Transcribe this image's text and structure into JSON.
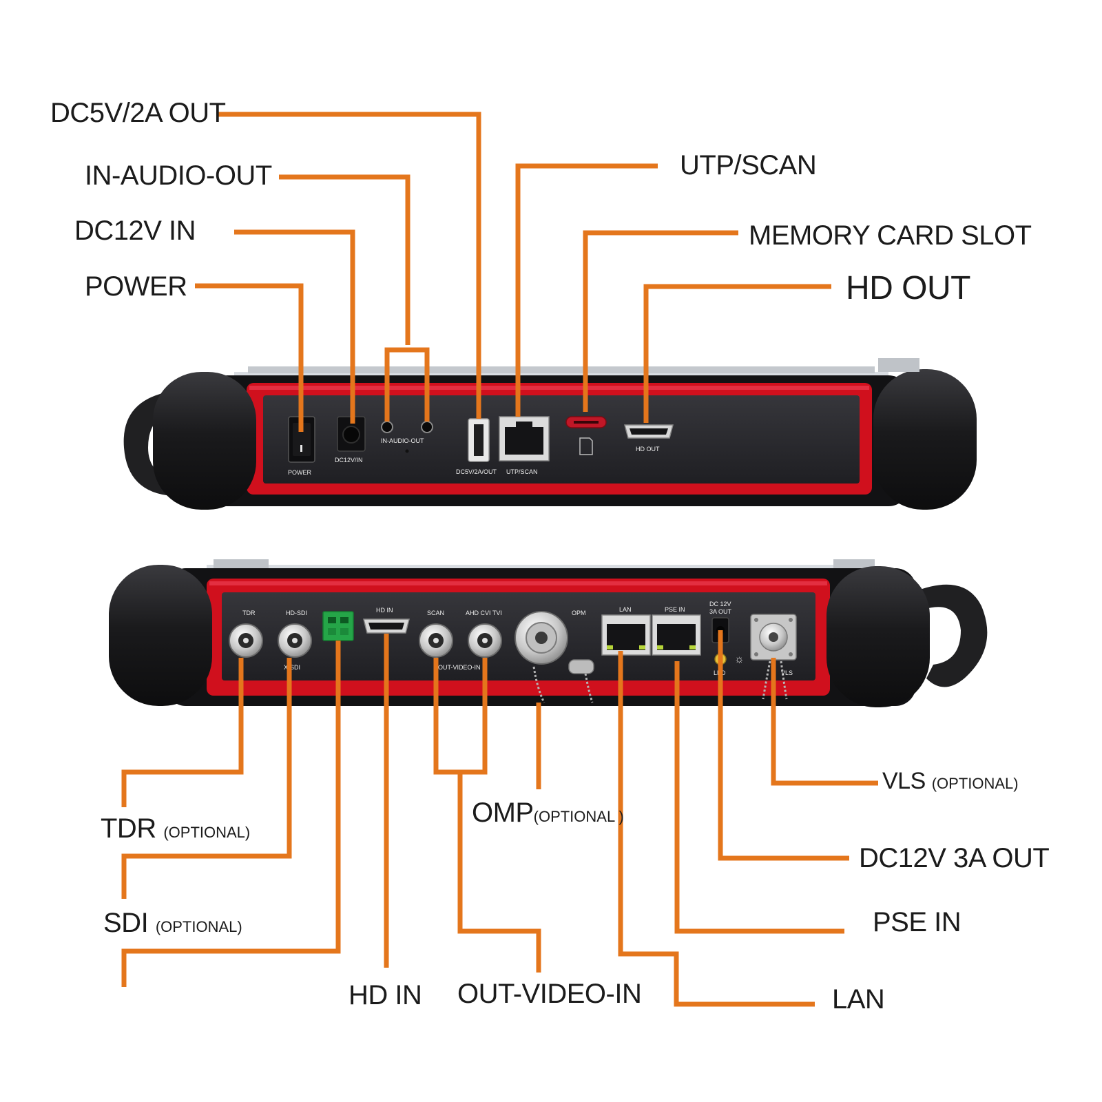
{
  "colors": {
    "leader": "#e4761c",
    "body_red": "#d0101d",
    "bumper": "#1c1c1e",
    "panel": "#27272b",
    "label_text": "#1b1b1b",
    "terminal_green": "#25a548"
  },
  "top_callouts": {
    "dc5v": "DC5V/2A OUT",
    "audio": "IN-AUDIO-OUT",
    "dc12v_in": "DC12V IN",
    "power": "POWER",
    "utp": "UTP/SCAN",
    "memory": "MEMORY CARD SLOT",
    "hd_out": "HD OUT"
  },
  "bottom_callouts": {
    "tdr": "TDR",
    "tdr_opt": "(OPTIONAL)",
    "sdi": "SDI",
    "sdi_opt": "(OPTIONAL)",
    "hd_in": "HD IN",
    "omp": "OMP",
    "omp_opt": "(OPTIONAL )",
    "out_video_in": "OUT-VIDEO-IN",
    "vls": "VLS",
    "vls_opt": "(OPTIONAL)",
    "dc12v_out": "DC12V 3A OUT",
    "pse_in": "PSE IN",
    "lan": "LAN"
  },
  "top_panel_labels": {
    "power": "POWER",
    "dc12v_in": "DC12V/IN",
    "audio": "IN-AUDIO-OUT",
    "dc5v": "DC5V/2A/OUT",
    "utp": "UTP/SCAN",
    "hd_out": "HD OUT"
  },
  "bottom_panel_labels": {
    "tdr": "TDR",
    "hd_sdi": "HD-SDI",
    "hd_in": "HD IN",
    "scan": "SCAN",
    "ahd_cvi_tvi": "AHD CVI TVI",
    "opm": "OPM",
    "lan": "LAN",
    "pse_in": "PSE IN",
    "dc_out_1": "DC 12V",
    "dc_out_2": "3A OUT",
    "vls": "VLS",
    "x_sdi": "X-SDI",
    "out_video": "OUT-VIDEO-IN",
    "led": "LED"
  }
}
